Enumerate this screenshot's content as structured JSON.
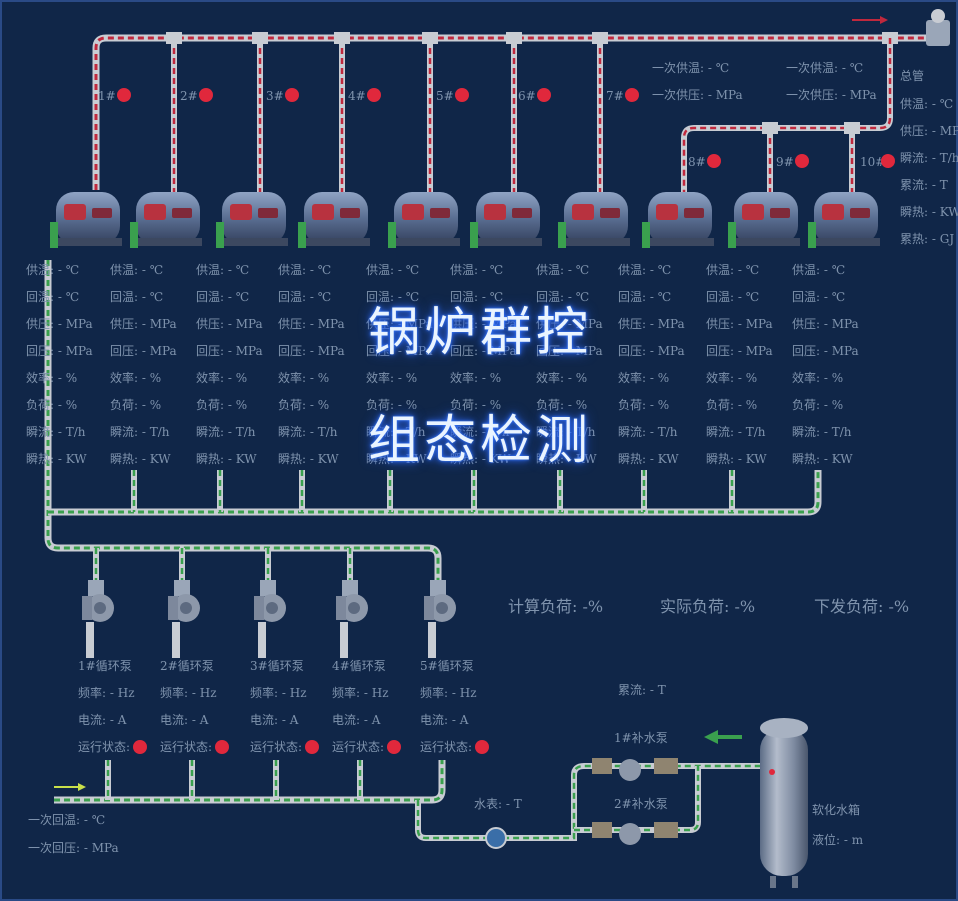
{
  "title": {
    "line1": "锅炉群控",
    "line2": "组态检测"
  },
  "colors": {
    "hot_pipe": "#c0283d",
    "cold_pipe": "#3aa04e",
    "pipe_body": "#c8ccd3",
    "indicator": "#e0283c",
    "background": "#102648"
  },
  "boilers": [
    {
      "no": "1#",
      "supply_temp": "供温: - ℃",
      "return_temp": "回温: - ℃",
      "supply_press": "供压: - MPa",
      "return_press": "回压: - MPa",
      "efficiency": "效率: - %",
      "load": "负荷: - %",
      "flow": "瞬流: - T/h",
      "heat": "瞬热: - KW"
    },
    {
      "no": "2#",
      "supply_temp": "供温: - ℃",
      "return_temp": "回温: - ℃",
      "supply_press": "供压: - MPa",
      "return_press": "回压: - MPa",
      "efficiency": "效率: - %",
      "load": "负荷: - %",
      "flow": "瞬流: - T/h",
      "heat": "瞬热: - KW"
    },
    {
      "no": "3#",
      "supply_temp": "供温: - ℃",
      "return_temp": "回温: - ℃",
      "supply_press": "供压: - MPa",
      "return_press": "回压: - MPa",
      "efficiency": "效率: - %",
      "load": "负荷: - %",
      "flow": "瞬流: - T/h",
      "heat": "瞬热: - KW"
    },
    {
      "no": "4#",
      "supply_temp": "供温: - ℃",
      "return_temp": "回温: - ℃",
      "supply_press": "供压: - MPa",
      "return_press": "回压: - MPa",
      "efficiency": "效率: - %",
      "load": "负荷: - %",
      "flow": "瞬流: - T/h",
      "heat": "瞬热: - KW"
    },
    {
      "no": "5#",
      "supply_temp": "供温: - ℃",
      "return_temp": "回温: - ℃",
      "supply_press": "供压: - MPa",
      "return_press": "回压: - MPa",
      "efficiency": "效率: - %",
      "load": "负荷: - %",
      "flow": "瞬流: - T/h",
      "heat": "瞬热: - KW"
    },
    {
      "no": "6#",
      "supply_temp": "供温: - ℃",
      "return_temp": "回温: - ℃",
      "supply_press": "供压: - MPa",
      "return_press": "回压: - MPa",
      "efficiency": "效率: - %",
      "load": "负荷: - %",
      "flow": "瞬流: - T/h",
      "heat": "瞬热: - KW"
    },
    {
      "no": "7#",
      "supply_temp": "供温: - ℃",
      "return_temp": "回温: - ℃",
      "supply_press": "供压: - MPa",
      "return_press": "回压: - MPa",
      "efficiency": "效率: - %",
      "load": "负荷: - %",
      "flow": "瞬流: - T/h",
      "heat": "瞬热: - KW"
    },
    {
      "no": "8#",
      "supply_temp": "供温: - ℃",
      "return_temp": "回温: - ℃",
      "supply_press": "供压: - MPa",
      "return_press": "回压: - MPa",
      "efficiency": "效率: - %",
      "load": "负荷: - %",
      "flow": "瞬流: - T/h",
      "heat": "瞬热: - KW"
    },
    {
      "no": "9#",
      "supply_temp": "供温: - ℃",
      "return_temp": "回温: - ℃",
      "supply_press": "供压: - MPa",
      "return_press": "回压: - MPa",
      "efficiency": "效率: - %",
      "load": "负荷: - %",
      "flow": "瞬流: - T/h",
      "heat": "瞬热: - KW"
    },
    {
      "no": "10#",
      "supply_temp": "供温: - ℃",
      "return_temp": "回温: - ℃",
      "supply_press": "供压: - MPa",
      "return_press": "回压: - MPa",
      "efficiency": "效率: - %",
      "load": "负荷: - %",
      "flow": "瞬流: - T/h",
      "heat": "瞬热: - KW"
    }
  ],
  "header_readouts": {
    "primary_left": {
      "temp": "一次供温: - ℃",
      "press": "一次供压: - MPa"
    },
    "primary_right": {
      "temp": "一次供温: - ℃",
      "press": "一次供压: - MPa"
    }
  },
  "main_pipe": {
    "title": "总管",
    "items": [
      "供温: - ℃",
      "供压: - MPa",
      "瞬流: - T/h",
      "累流: - T",
      "瞬热: - KW",
      "累热: - GJ"
    ]
  },
  "loads": {
    "calculated": "计算负荷: -%",
    "actual": "实际负荷: -%",
    "issued": "下发负荷: -%"
  },
  "pumps": [
    {
      "name": "1#循环泵",
      "freq": "频率: - Hz",
      "current": "电流: - A",
      "status": "运行状态:"
    },
    {
      "name": "2#循环泵",
      "freq": "频率: - Hz",
      "current": "电流: - A",
      "status": "运行状态:"
    },
    {
      "name": "3#循环泵",
      "freq": "频率: - Hz",
      "current": "电流: - A",
      "status": "运行状态:"
    },
    {
      "name": "4#循环泵",
      "freq": "频率: - Hz",
      "current": "电流: - A",
      "status": "运行状态:"
    },
    {
      "name": "5#循环泵",
      "freq": "频率: - Hz",
      "current": "电流: - A",
      "status": "运行状态:"
    }
  ],
  "primary_return": {
    "temp": "一次回温: - ℃",
    "press": "一次回压: - MPa"
  },
  "makeup": {
    "cumulative_flow": "累流: - T",
    "pump1": "1#补水泵",
    "pump2": "2#补水泵",
    "water_meter": "水表: - T",
    "tank_name": "软化水箱",
    "tank_level": "液位: - m"
  }
}
